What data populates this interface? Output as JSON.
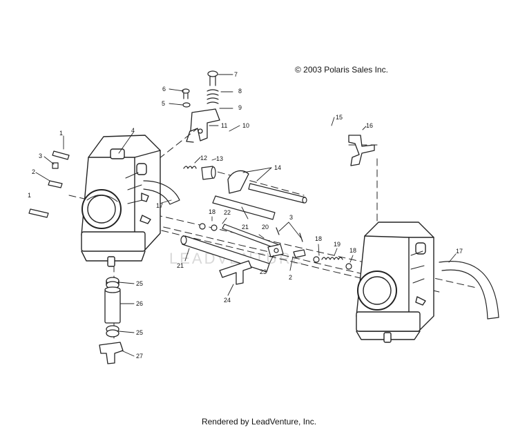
{
  "copyright": "© 2003 Polaris Sales Inc.",
  "watermark": "LEADVENTURE",
  "footer": "Rendered by LeadVenture, Inc.",
  "callouts": {
    "n1a": "1",
    "n1b": "1",
    "n2a": "2",
    "n2b": "2",
    "n3a": "3",
    "n3b": "3",
    "n4": "4",
    "n5": "5",
    "n6": "6",
    "n7": "7",
    "n8": "8",
    "n9": "9",
    "n10": "10",
    "n11": "11",
    "n12": "12",
    "n13": "13",
    "n14": "14",
    "n15": "15",
    "n16": "16",
    "n17a": "17",
    "n17b": "17",
    "n18a": "18",
    "n18b": "18",
    "n18c": "18",
    "n19": "19",
    "n20": "20",
    "n21a": "21",
    "n21b": "21",
    "n22": "22",
    "n23": "23",
    "n24": "24",
    "n25a": "25",
    "n25b": "25",
    "n26": "26",
    "n27": "27"
  },
  "colors": {
    "line": "#222222",
    "watermark": "#d8d8d8"
  }
}
